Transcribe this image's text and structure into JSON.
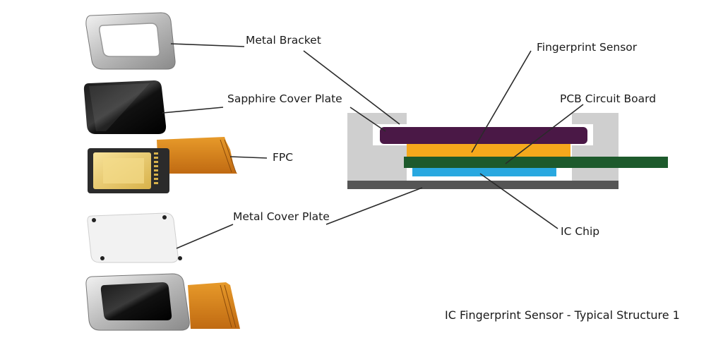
{
  "labels": {
    "metal_bracket": "Metal Bracket",
    "sapphire_cover_plate": "Sapphire Cover Plate",
    "fpc": "FPC",
    "metal_cover_plate": "Metal Cover Plate",
    "fingerprint_sensor": "Fingerprint Sensor",
    "pcb_circuit_board": "PCB Circuit Board",
    "ic_chip": "IC Chip"
  },
  "caption": "IC Fingerprint Sensor - Typical Structure 1",
  "colors": {
    "bracket_gray": "#cfcfcf",
    "base_dark": "#555555",
    "sapphire_purple": "#4a1846",
    "sensor_orange": "#f5a81c",
    "pcb_green": "#1d5a2c",
    "ic_blue": "#29a8e0",
    "fpc_orange": "#d9821c",
    "gold_contact": "#e8c75a"
  }
}
